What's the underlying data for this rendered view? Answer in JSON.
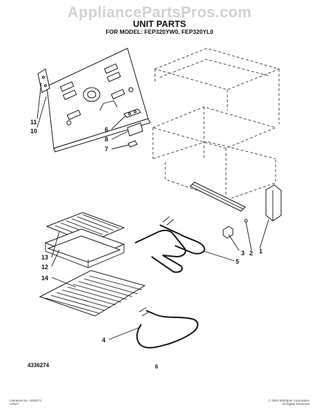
{
  "watermark": "AppliancePartsPros.com",
  "title": "UNIT PARTS",
  "subtitle": "FOR MODEL: FEP320YW0, FEP320YL0",
  "doc_number": "4336274",
  "page_number": "6",
  "footer_left": [
    "Literature No. 4336274",
    "LP027"
  ],
  "footer_right": [
    "© 2004 Whirlpool Corporation",
    "All Rights Reserved"
  ],
  "callouts": {
    "c1": "1",
    "c2": "2",
    "c3": "3",
    "c4": "4",
    "c5": "5",
    "c6": "6",
    "c7": "7",
    "c8": "8",
    "c10": "10",
    "c11": "11",
    "c12": "12",
    "c13": "13",
    "c14": "14"
  }
}
